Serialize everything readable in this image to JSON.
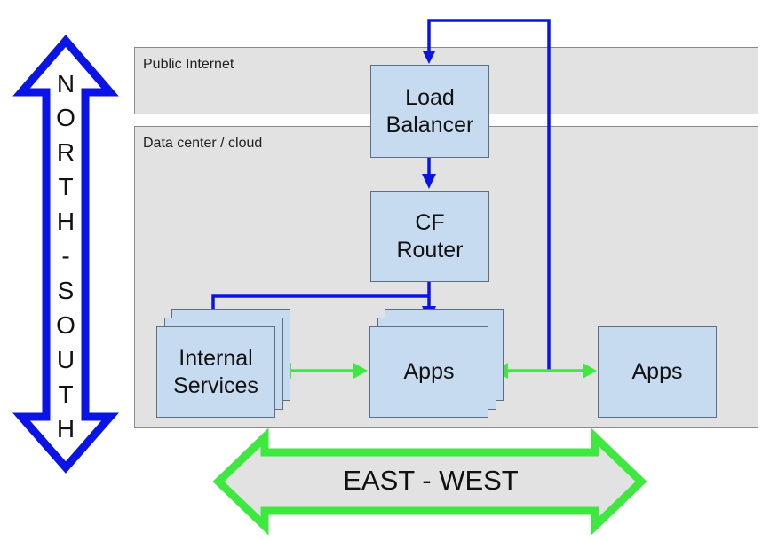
{
  "regions": {
    "public_internet": "Public Internet",
    "data_center": "Data center / cloud"
  },
  "nodes": {
    "load_balancer": [
      "Load",
      "Balancer"
    ],
    "cf_router": [
      "CF",
      "Router"
    ],
    "internal_services": [
      "Internal",
      "Services"
    ],
    "apps_center": "Apps",
    "apps_right": "Apps"
  },
  "arrows": {
    "north_south_letters": [
      "N",
      "O",
      "R",
      "T",
      "H",
      "-",
      "S",
      "O",
      "U",
      "T",
      "H"
    ],
    "east_west": "EAST - WEST"
  },
  "colors": {
    "traffic_flow": "#0a14e6",
    "east_west_flow": "#3ee83e",
    "node_fill": "#c6daf0",
    "region_fill": "#e2e2e2"
  }
}
